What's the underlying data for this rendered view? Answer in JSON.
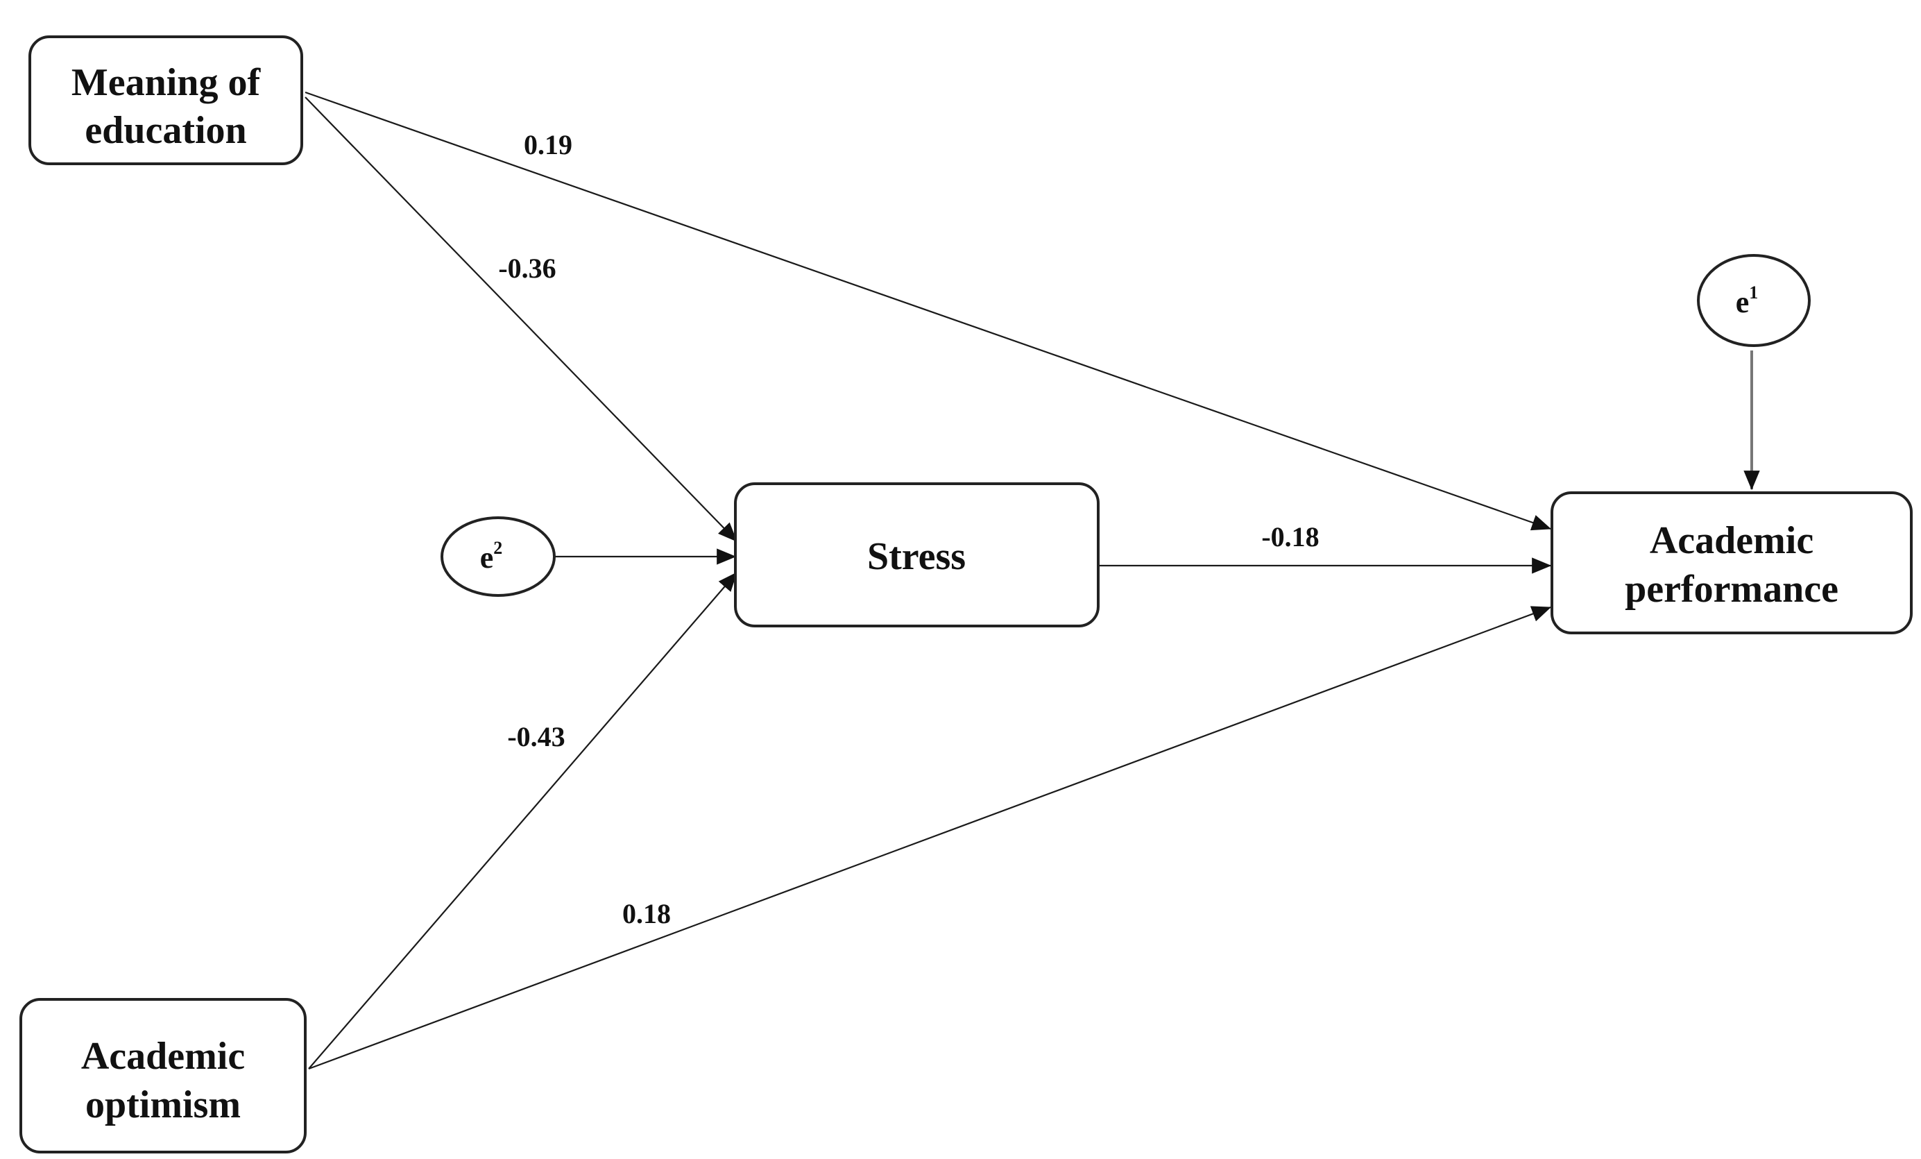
{
  "nodes": {
    "meaning": {
      "line1": "Meaning of",
      "line2": "education"
    },
    "optimism": {
      "line1": "Academic",
      "line2": "optimism"
    },
    "stress": {
      "label": "Stress"
    },
    "performance": {
      "line1": "Academic",
      "line2": "performance"
    },
    "e1": {
      "base": "e",
      "sup": "1"
    },
    "e2": {
      "base": "e",
      "sup": "2"
    }
  },
  "paths": {
    "meaning_to_performance": "0.19",
    "meaning_to_stress": "-0.36",
    "optimism_to_stress": "-0.43",
    "optimism_to_performance": "0.18",
    "stress_to_performance": "-0.18"
  }
}
